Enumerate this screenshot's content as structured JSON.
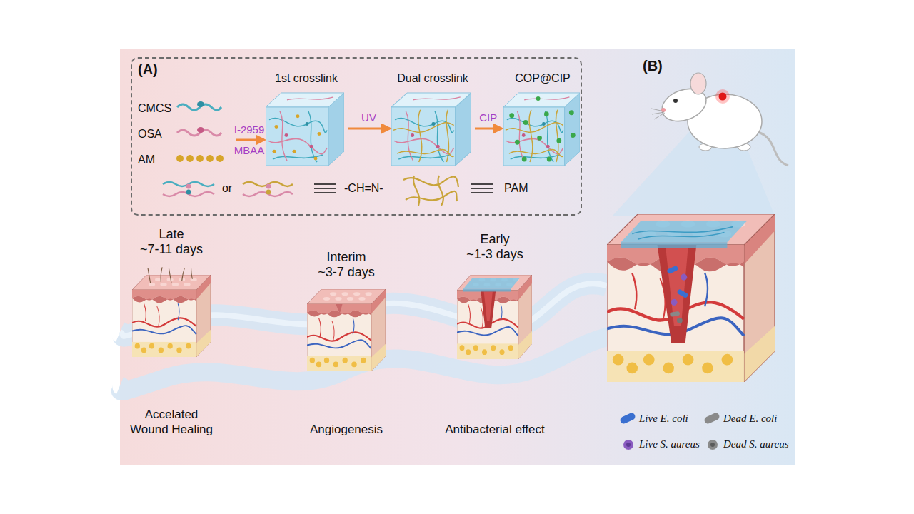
{
  "diagram": {
    "nodes": [
      {
        "text": [
          "(A)"
        ]
      },
      {
        "text": [
          "CMCS",
          "OSA",
          "AM"
        ],
        "in": 0
      },
      {
        "text": [
          "1st crosslink"
        ],
        "in": 0
      },
      {
        "text": [
          "Dual crosslink"
        ],
        "in": 0
      },
      {
        "text": [
          "COP@CIP"
        ],
        "in": 0
      },
      {
        "text": [
          "Late",
          "~7-11 days",
          "Accelated Wound Healing"
        ]
      },
      {
        "text": [
          "Interim",
          "~3-7 days",
          "Angiogenesis"
        ]
      },
      {
        "text": [
          "Early",
          "~1-3 days",
          "Antibacterial effect"
        ]
      }
    ],
    "edges": [
      {
        "from": 1,
        "to": 2,
        "arrow": "to"
      },
      {
        "from": 2,
        "to": 3,
        "label": "UV",
        "arrow": "to"
      },
      {
        "from": 3,
        "to": 4,
        "label": "CIP",
        "arrow": "to"
      }
    ],
    "labels": [
      "I-2959",
      "MBAA",
      "or",
      "-CH=N-",
      "PAM",
      "(B)"
    ],
    "legend": [
      {
        "text": "Live E. coli"
      },
      {
        "text": "Dead E. coli"
      },
      {
        "text": "Live S. aureus"
      },
      {
        "text": "Dead S. aureus"
      }
    ]
  }
}
